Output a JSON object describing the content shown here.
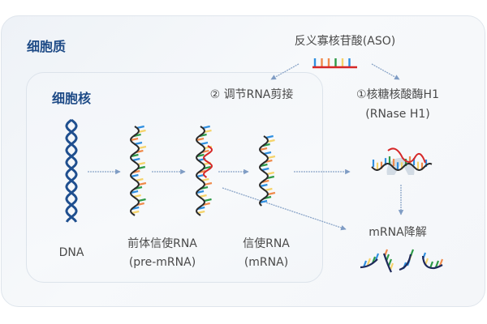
{
  "cytoplasm_label": "细胞质",
  "nucleus_label": "细胞核",
  "aso": {
    "label": "反义寡核苷酸(ASO)"
  },
  "pathway_splicing": {
    "label": "② 调节RNA剪接"
  },
  "pathway_rnase": {
    "line1": "①核糖核酸酶H1",
    "line2": "(RNase H1)"
  },
  "stages": {
    "dna": "DNA",
    "pre_mrna_line1": "前体信使RNA",
    "pre_mrna_line2": "(pre-mRNA)",
    "mrna_line1": "信使RNA",
    "mrna_line2": "(mRNA)",
    "degradation": "mRNA降解"
  },
  "colors": {
    "title": "#1d4a86",
    "dna": "#1f4f8f",
    "aso_backbone": "#d62828",
    "arrow": "#8aa5c8",
    "base_blue": "#2f8fe0",
    "base_orange": "#f08a4b",
    "base_green": "#2e9a47",
    "base_yellow": "#f5d36a"
  }
}
